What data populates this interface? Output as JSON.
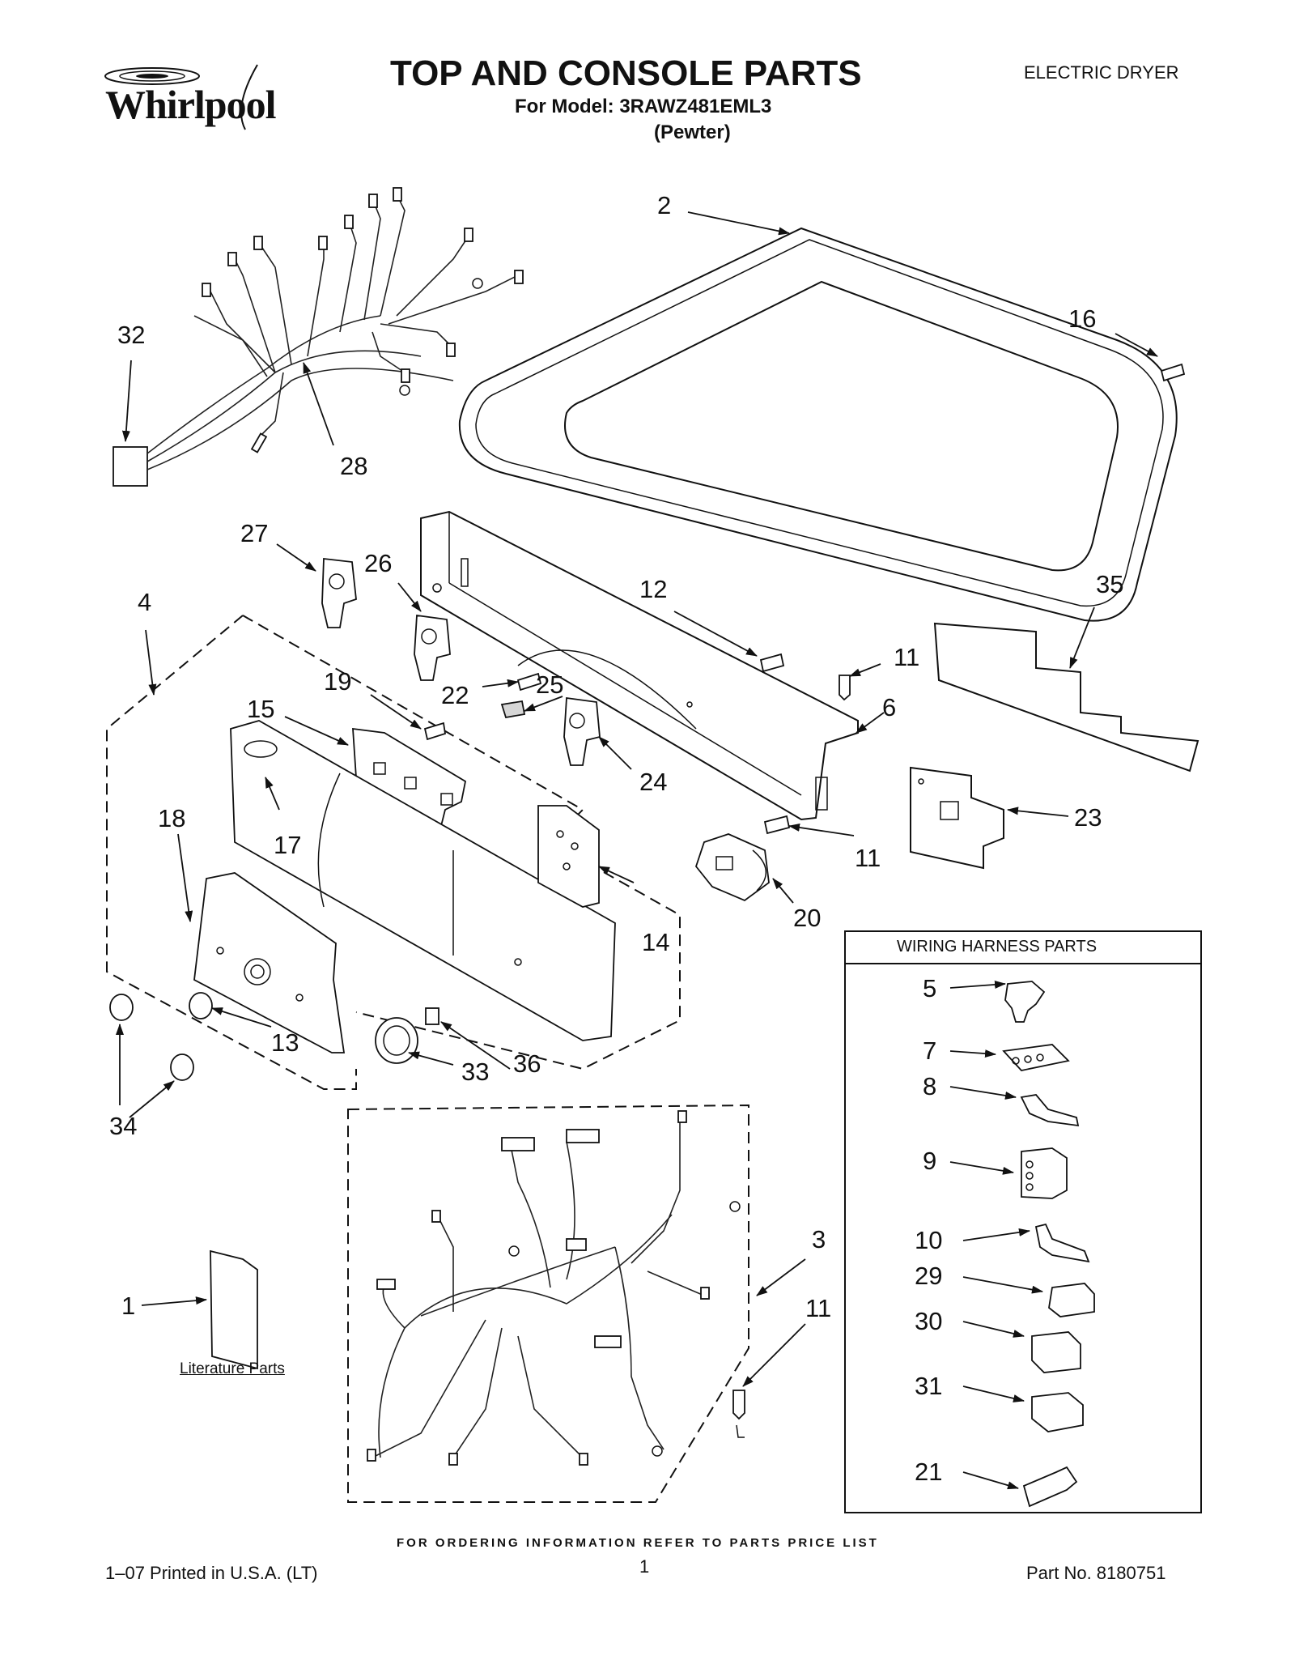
{
  "header": {
    "brand": "Whirlpool",
    "title": "TOP AND CONSOLE PARTS",
    "model_line": "For Model: 3RAWZ481EML3",
    "color_line": "(Pewter)",
    "product_type": "ELECTRIC DRYER"
  },
  "callouts": {
    "c1": "1",
    "c2": "2",
    "c3": "3",
    "c4": "4",
    "c5": "5",
    "c6": "6",
    "c7": "7",
    "c8": "8",
    "c9": "9",
    "c10": "10",
    "c11a": "11",
    "c11b": "11",
    "c11c": "11",
    "c12": "12",
    "c13": "13",
    "c14": "14",
    "c15": "15",
    "c16": "16",
    "c17": "17",
    "c18": "18",
    "c19": "19",
    "c20": "20",
    "c21": "21",
    "c22": "22",
    "c23": "23",
    "c24": "24",
    "c25": "25",
    "c26": "26",
    "c27": "27",
    "c28": "28",
    "c29": "29",
    "c30": "30",
    "c31": "31",
    "c32": "32",
    "c33": "33",
    "c34": "34",
    "c35": "35",
    "c36": "36"
  },
  "wiring_box": {
    "title": "WIRING HARNESS PARTS"
  },
  "literature": {
    "label": "Literature Parts"
  },
  "footer": {
    "ordering_note": "FOR ORDERING INFORMATION REFER TO PARTS PRICE LIST",
    "printed": "1–07 Printed in U.S.A. (LT)",
    "page_number": "1",
    "part_number": "Part No. 8180751"
  },
  "icons": [
    "whirlpool-swirl-icon"
  ]
}
